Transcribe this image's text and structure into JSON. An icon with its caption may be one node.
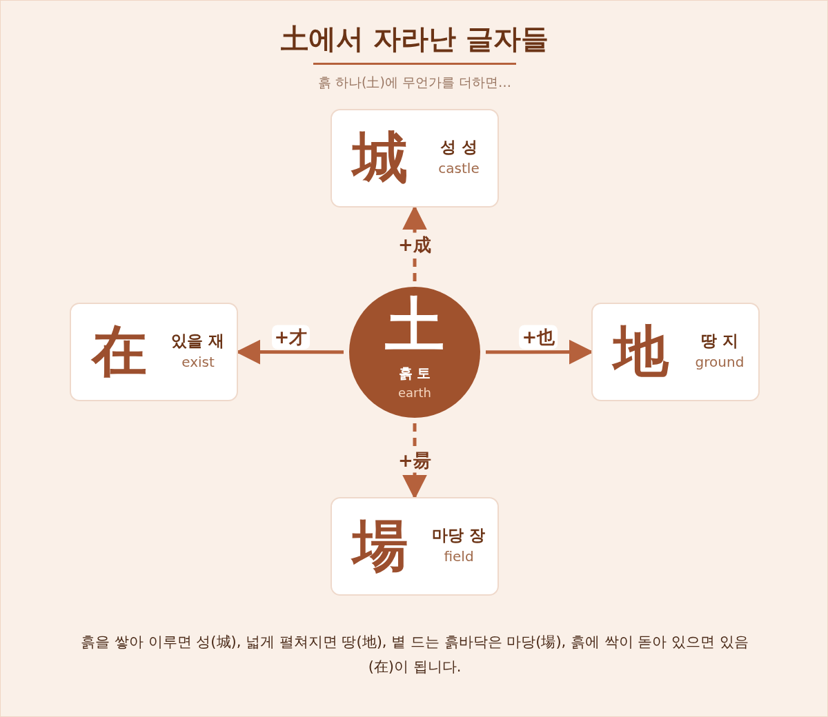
{
  "diagram": {
    "title": "土에서 자라난 글자들",
    "caption": "흙을 쌓아 이루면 성(城), 넓게 펼쳐지면 땅(地), 볕 드는 흙바닥은 마당(場), 흙에 싹이 돋아 있으면 있음(在)이 됩니다.",
    "nodes": [
      {
        "text": [
          "城",
          "성 성",
          "castle"
        ]
      },
      {
        "text": [
          "在",
          "있을 재",
          "exist"
        ]
      },
      {
        "text": [
          "土",
          "흙 토",
          "earth"
        ]
      },
      {
        "text": [
          "地",
          "땅 지",
          "ground"
        ]
      },
      {
        "text": [
          "場",
          "마당 장",
          "field"
        ]
      }
    ],
    "edges": [
      {
        "from": 2,
        "to": 0,
        "arrow": "to",
        "label": "+成",
        "style": "dashed"
      },
      {
        "from": 2,
        "to": 1,
        "arrow": "to",
        "label": "+才"
      },
      {
        "from": 2,
        "to": 3,
        "arrow": "to",
        "label": "+也"
      },
      {
        "from": 2,
        "to": 4,
        "arrow": "to",
        "label": "+昜",
        "style": "dashed"
      }
    ],
    "labels": [
      "흙 하나(土)에 무언가를 더하면…"
    ]
  }
}
